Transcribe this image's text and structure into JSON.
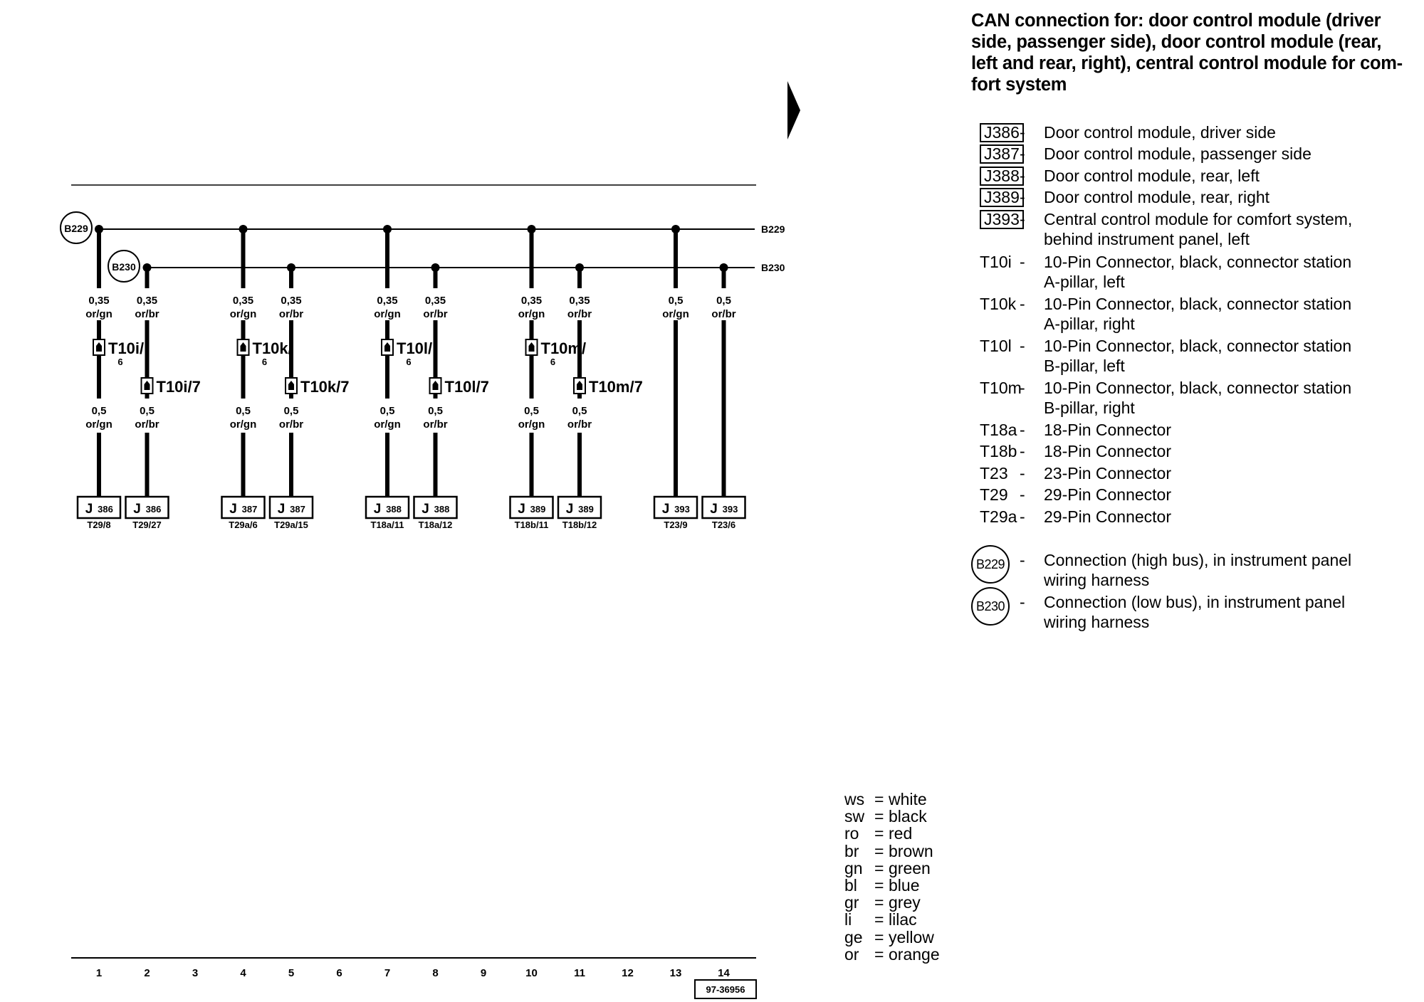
{
  "panel": {
    "title": "CAN connection for: door control module (driver\nside, passenger side), door control module (rear,\nleft and rear, right), central control module for com-\nfort system"
  },
  "buses": [
    {
      "id": "B229",
      "node_label": "B229",
      "end_label": "B229"
    },
    {
      "id": "B230",
      "node_label": "B230",
      "end_label": "B230"
    }
  ],
  "wires": [
    {
      "column": 1,
      "bus": "B229",
      "top_gauge": "0,35",
      "top_color": "or/gn",
      "connector": {
        "name": "T10i/",
        "pin": "6"
      },
      "bottom_gauge": "0,5",
      "bottom_color": "or/gn",
      "component": {
        "letter": "J",
        "number": "386"
      },
      "pin_label": "T29/8"
    },
    {
      "column": 2,
      "bus": "B230",
      "top_gauge": "0,35",
      "top_color": "or/br",
      "connector": {
        "name": "T10i/7",
        "pin": ""
      },
      "bottom_gauge": "0,5",
      "bottom_color": "or/br",
      "component": {
        "letter": "J",
        "number": "386"
      },
      "pin_label": "T29/27"
    },
    {
      "column": 4,
      "bus": "B229",
      "top_gauge": "0,35",
      "top_color": "or/gn",
      "connector": {
        "name": "T10k/",
        "pin": "6"
      },
      "bottom_gauge": "0,5",
      "bottom_color": "or/gn",
      "component": {
        "letter": "J",
        "number": "387"
      },
      "pin_label": "T29a/6"
    },
    {
      "column": 5,
      "bus": "B230",
      "top_gauge": "0,35",
      "top_color": "or/br",
      "connector": {
        "name": "T10k/7",
        "pin": ""
      },
      "bottom_gauge": "0,5",
      "bottom_color": "or/br",
      "component": {
        "letter": "J",
        "number": "387"
      },
      "pin_label": "T29a/15"
    },
    {
      "column": 7,
      "bus": "B229",
      "top_gauge": "0,35",
      "top_color": "or/gn",
      "connector": {
        "name": "T10l/",
        "pin": "6"
      },
      "bottom_gauge": "0,5",
      "bottom_color": "or/gn",
      "component": {
        "letter": "J",
        "number": "388"
      },
      "pin_label": "T18a/11"
    },
    {
      "column": 8,
      "bus": "B230",
      "top_gauge": "0,35",
      "top_color": "or/br",
      "connector": {
        "name": "T10l/7",
        "pin": ""
      },
      "bottom_gauge": "0,5",
      "bottom_color": "or/br",
      "component": {
        "letter": "J",
        "number": "388"
      },
      "pin_label": "T18a/12"
    },
    {
      "column": 10,
      "bus": "B229",
      "top_gauge": "0,35",
      "top_color": "or/gn",
      "connector": {
        "name": "T10m/",
        "pin": "6"
      },
      "bottom_gauge": "0,5",
      "bottom_color": "or/gn",
      "component": {
        "letter": "J",
        "number": "389"
      },
      "pin_label": "T18b/11"
    },
    {
      "column": 11,
      "bus": "B230",
      "top_gauge": "0,35",
      "top_color": "or/br",
      "connector": {
        "name": "T10m/7",
        "pin": ""
      },
      "bottom_gauge": "0,5",
      "bottom_color": "or/br",
      "component": {
        "letter": "J",
        "number": "389"
      },
      "pin_label": "T18b/12"
    },
    {
      "column": 13,
      "bus": "B229",
      "top_gauge": "0,5",
      "top_color": "or/gn",
      "connector": null,
      "bottom_gauge": "",
      "bottom_color": "",
      "component": {
        "letter": "J",
        "number": "393"
      },
      "pin_label": "T23/9"
    },
    {
      "column": 14,
      "bus": "B230",
      "top_gauge": "0,5",
      "top_color": "or/br",
      "connector": null,
      "bottom_gauge": "",
      "bottom_color": "",
      "component": {
        "letter": "J",
        "number": "393"
      },
      "pin_label": "T23/6"
    }
  ],
  "column_numbers": [
    "1",
    "2",
    "3",
    "4",
    "5",
    "6",
    "7",
    "8",
    "9",
    "10",
    "11",
    "12",
    "13",
    "14"
  ],
  "figure_number": "97-36956",
  "legend": [
    {
      "code": "J386",
      "style": "box",
      "dash": "-",
      "desc": "Door control module, driver side"
    },
    {
      "code": "J387",
      "style": "box",
      "dash": "-",
      "desc": "Door control module, passenger side"
    },
    {
      "code": "J388",
      "style": "box",
      "dash": "-",
      "desc": "Door control module, rear, left"
    },
    {
      "code": "J389",
      "style": "box",
      "dash": "-",
      "desc": "Door control module, rear, right"
    },
    {
      "code": "J393",
      "style": "box",
      "dash": "-",
      "desc": "Central control module for comfort system,\nbehind instrument panel, left"
    },
    {
      "code": "T10i",
      "style": "plain",
      "dash": "-",
      "desc": "10-Pin Connector, black, connector station\nA-pillar, left"
    },
    {
      "code": "T10k",
      "style": "plain",
      "dash": "-",
      "desc": "10-Pin Connector, black, connector station\nA-pillar, right"
    },
    {
      "code": "T10l",
      "style": "plain",
      "dash": "-",
      "desc": "10-Pin Connector, black, connector station\nB-pillar, left"
    },
    {
      "code": "T10m",
      "style": "plain",
      "dash": "-",
      "desc": "10-Pin Connector, black, connector station\nB-pillar, right"
    },
    {
      "code": "T18a",
      "style": "plain",
      "dash": "-",
      "desc": "18-Pin Connector"
    },
    {
      "code": "T18b",
      "style": "plain",
      "dash": "-",
      "desc": "18-Pin Connector"
    },
    {
      "code": "T23",
      "style": "plain",
      "dash": "-",
      "desc": "23-Pin Connector"
    },
    {
      "code": "T29",
      "style": "plain",
      "dash": "-",
      "desc": "29-Pin Connector"
    },
    {
      "code": "T29a",
      "style": "plain",
      "dash": "-",
      "desc": "29-Pin Connector"
    },
    {
      "code": "B229",
      "style": "circle",
      "dash": "-",
      "desc": "Connection (high bus), in instrument panel\nwiring harness"
    },
    {
      "code": "B230",
      "style": "circle",
      "dash": "-",
      "desc": "Connection (low bus), in instrument panel\nwiring harness"
    }
  ],
  "color_key": [
    {
      "code": "ws",
      "eq": "=",
      "name": "white"
    },
    {
      "code": "sw",
      "eq": "=",
      "name": "black"
    },
    {
      "code": "ro",
      "eq": "=",
      "name": "red"
    },
    {
      "code": "br",
      "eq": "=",
      "name": "brown"
    },
    {
      "code": "gn",
      "eq": "=",
      "name": "green"
    },
    {
      "code": "bl",
      "eq": "=",
      "name": "blue"
    },
    {
      "code": "gr",
      "eq": "=",
      "name": "grey"
    },
    {
      "code": "li",
      "eq": "=",
      "name": "lilac"
    },
    {
      "code": "ge",
      "eq": "=",
      "name": "yellow"
    },
    {
      "code": "or",
      "eq": "=",
      "name": "orange"
    }
  ]
}
